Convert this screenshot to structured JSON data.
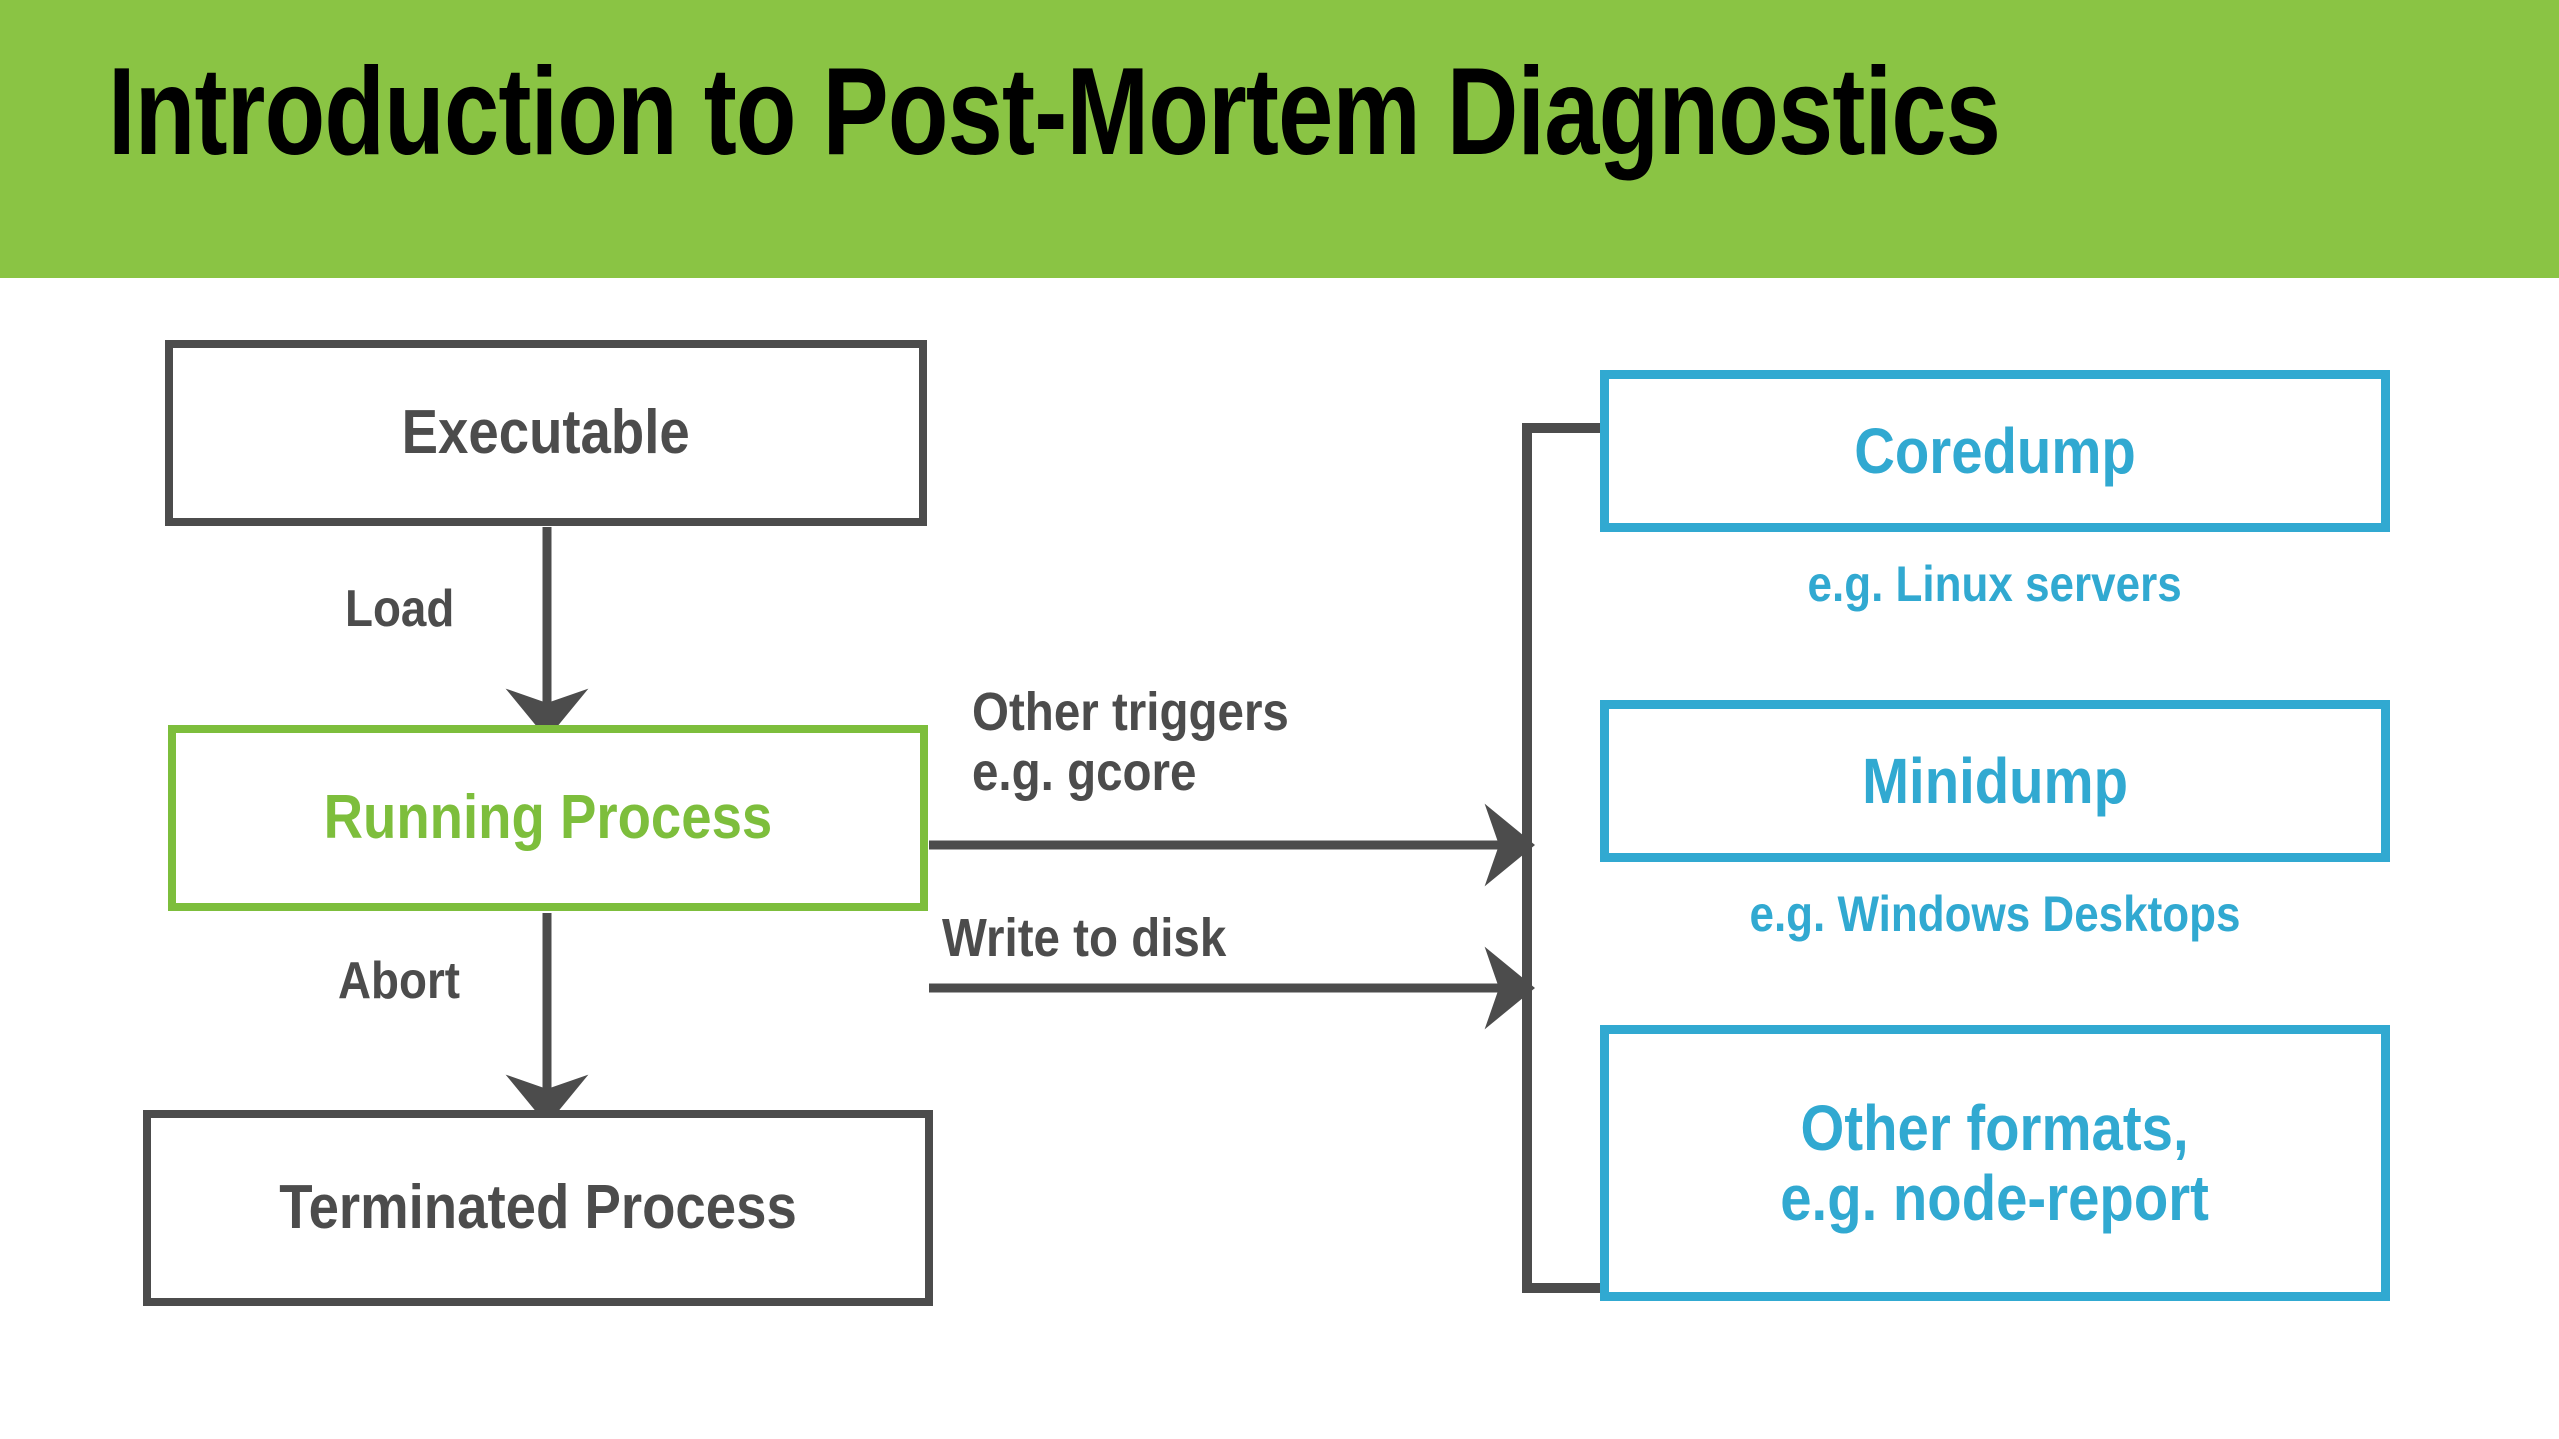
{
  "header": {
    "title": "Introduction to Post-Mortem Diagnostics",
    "band_color": "#8AC444",
    "title_color": "#000000"
  },
  "colors": {
    "gray": "#4C4C4C",
    "green": "#7DBE3C",
    "blue": "#31A9D1",
    "background": "#FFFFFF"
  },
  "diagram": {
    "left_nodes": [
      {
        "id": "executable",
        "label": "Executable",
        "style": "gray"
      },
      {
        "id": "running",
        "label": "Running Process",
        "style": "green"
      },
      {
        "id": "terminated",
        "label": "Terminated Process",
        "style": "gray"
      }
    ],
    "right_nodes": [
      {
        "id": "coredump",
        "label": "Coredump",
        "style": "blue",
        "caption": "e.g. Linux servers"
      },
      {
        "id": "minidump",
        "label": "Minidump",
        "style": "blue",
        "caption": "e.g. Windows Desktops"
      },
      {
        "id": "otherformat",
        "label_line1": "Other formats,",
        "label_line2": "e.g. node-report",
        "style": "blue",
        "caption": ""
      }
    ],
    "edges": [
      {
        "id": "load",
        "label": "Load",
        "from": "executable",
        "to": "running",
        "direction": "down"
      },
      {
        "id": "abort",
        "label": "Abort",
        "from": "running",
        "to": "terminated",
        "direction": "down"
      },
      {
        "id": "triggers",
        "label_line1": "Other triggers",
        "label_line2": "e.g. gcore",
        "from": "running",
        "to": "dump-bracket",
        "direction": "right"
      },
      {
        "id": "writetodisk",
        "label": "Write to disk",
        "from": "terminated",
        "to": "dump-bracket",
        "direction": "right"
      }
    ]
  }
}
